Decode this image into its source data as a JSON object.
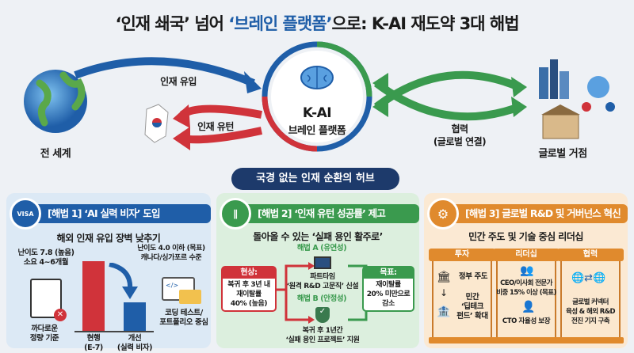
{
  "title": {
    "part1": "‘인재 쇄국’ 넘어 ",
    "part2": "‘브레인 플랫폼’",
    "part3": "으로: K-AI 재도약 3대 해법"
  },
  "top": {
    "world_label": "전 세계",
    "inflow_label": "인재 유입",
    "uturn_label": "인재 유턴",
    "hub_title": "K-AI",
    "hub_subtitle": "브레인 플랫폼",
    "coop_label": "협력",
    "coop_sub": "(글로벌 연결)",
    "global_label": "글로벌 거점",
    "hub_banner": "국경 없는 인재 순환의 허브"
  },
  "colors": {
    "blue": "#1f5ea8",
    "red": "#d0333a",
    "green": "#3a9a4e",
    "orange": "#e08a2d",
    "navy": "#1d3a6b"
  },
  "panel1": {
    "icon": "VISA",
    "header": "[해법 1] ‘AI 실력 비자’ 도입",
    "subtitle": "해외 인재 유입 장벽 낮추기",
    "left_note": "난이도 7.8 (높음)\n소요 4~6개월",
    "left_caption": "까다로운\n정량 기준",
    "right_note": "난이도 4.0 이하 (목표)\n캐나다/싱가포르 수준",
    "right_caption": "코딩 테스트/\n포트폴리오 중심",
    "bars": [
      {
        "label": "현행\n(E-7)",
        "value": 7.8
      },
      {
        "label": "개선\n(실력 비자)",
        "value": 4.0
      }
    ]
  },
  "panel2": {
    "header": "[해법 2] ‘인재 유턴 성공률’ 제고",
    "subtitle": "돌아올 수 있는 ‘실패 용인 활주로’",
    "current_title": "현상:",
    "current_text": "복귀 후 3년 내\n재이탈률\n40% (높음)",
    "a_label": "해법 A (유연성)",
    "a_text": "파트타임\n‘원격 R&D 고문직’ 신설",
    "b_label": "해법 B (안정성)",
    "b_text": "복귀 후 1년간\n‘실패 용인 프로젝트’ 지원",
    "goal_title": "목표:",
    "goal_text": "재이탈률\n20% 미만으로\n감소"
  },
  "panel3": {
    "header": "[해법 3] 글로벌 R&D 및 거버넌스 혁신",
    "subtitle": "민간 주도 및 기술 중심 리더십",
    "pillars": [
      {
        "title": "투자",
        "items": [
          "정부 주도",
          "민간\n‘딥테크\n펀드’ 확대"
        ]
      },
      {
        "title": "리더십",
        "items": [
          "CEO/이사회 전문가\n비중 15% 이상 (목표)",
          "CTO 자율성 보장"
        ]
      },
      {
        "title": "협력",
        "items": [
          "글로벌 커넥터\n육성 & 해외 R&D\n전진 기지 구축"
        ]
      }
    ]
  }
}
